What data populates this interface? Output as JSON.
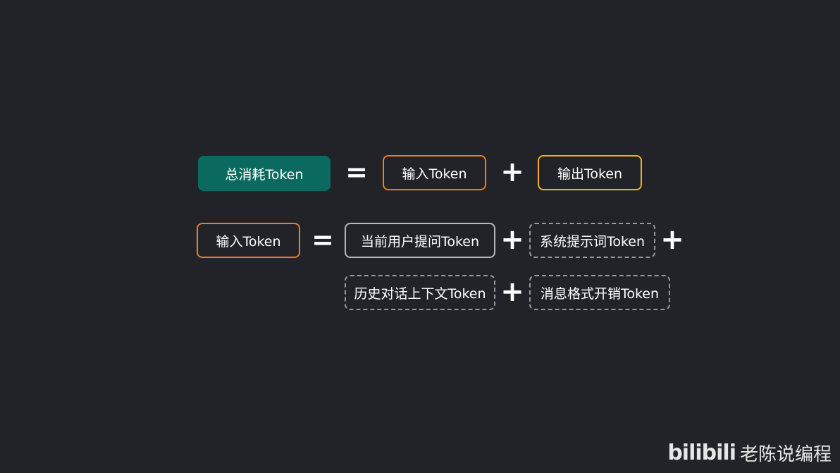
{
  "colors": {
    "background": "#212328",
    "total_fill": "#0b6a5f",
    "input_border": "#f07c1a",
    "output_border": "#f5b21b",
    "user_border": "#b8b8b8",
    "dashed_border": "#9a9a9a"
  },
  "row1": {
    "total": "总消耗Token",
    "eq": "=",
    "input": "输入Token",
    "plus": "+",
    "output": "输出Token"
  },
  "row2": {
    "input": "输入Token",
    "eq": "=",
    "user_question": "当前用户提问Token",
    "plus1": "+",
    "system_prompt": "系统提示词Token",
    "plus2": "+"
  },
  "row3": {
    "history_context": "历史对话上下文Token",
    "plus": "+",
    "message_format": "消息格式开销Token"
  },
  "watermark": {
    "logo": "bilibili",
    "author": "老陈说编程"
  }
}
